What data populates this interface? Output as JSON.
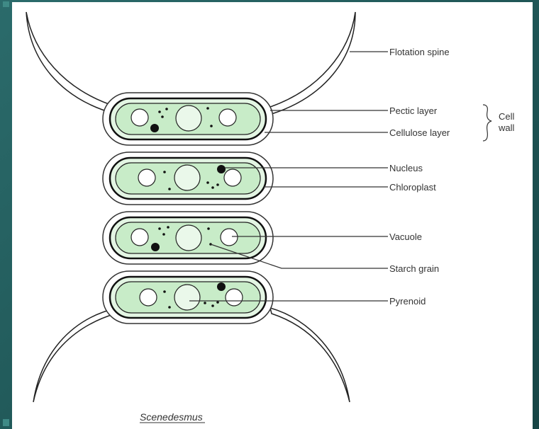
{
  "diagram": {
    "labels": {
      "flotation_spine": "Flotation spine",
      "pectic_layer": "Pectic layer",
      "cellulose_layer": "Cellulose layer",
      "cell_wall_line1": "Cell",
      "cell_wall_line2": "wall",
      "nucleus": "Nucleus",
      "chloroplast": "Chloroplast",
      "vacuole": "Vacuole",
      "starch_grain": "Starch grain",
      "pyrenoid": "Pyrenoid"
    },
    "caption": "Scenedesmus"
  },
  "colors": {
    "background": "#1f5656",
    "panel": "#ffffff",
    "chloroplast": "#c8ecc8",
    "cell_fill": "#e3f5e3",
    "outline": "#111111"
  }
}
